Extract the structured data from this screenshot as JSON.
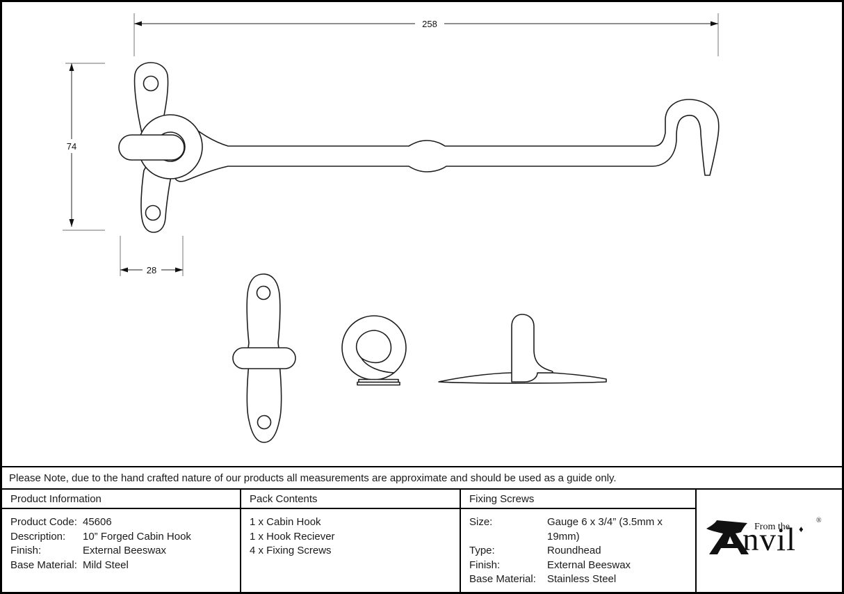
{
  "drawing": {
    "dimensions": {
      "length": "258",
      "height": "74",
      "width": "28"
    }
  },
  "note": {
    "text": "Please Note, due to the hand crafted nature of our products all measurements are approximate and should be used as a guide only."
  },
  "table": {
    "product_information": {
      "header": "Product Information",
      "rows": [
        {
          "label": "Product Code:",
          "value": "45606"
        },
        {
          "label": "Description:",
          "value": "10” Forged Cabin Hook"
        },
        {
          "label": "Finish:",
          "value": "External Beeswax"
        },
        {
          "label": "Base Material:",
          "value": "Mild Steel"
        }
      ]
    },
    "pack_contents": {
      "header": "Pack Contents",
      "items": [
        "1 x Cabin Hook",
        "1 x Hook Reciever",
        "4 x Fixing Screws"
      ]
    },
    "fixing_screws": {
      "header": "Fixing Screws",
      "rows": [
        {
          "label": "Size:",
          "value": "Gauge 6 x 3/4” (3.5mm x 19mm)"
        },
        {
          "label": "Type:",
          "value": "Roundhead"
        },
        {
          "label": "Finish:",
          "value": "External Beeswax"
        },
        {
          "label": "Base Material:",
          "value": "Stainless Steel"
        }
      ]
    }
  },
  "logo": {
    "prefix": "From the",
    "suffix": "nvil",
    "diamond": "♦",
    "registered": "®"
  },
  "colors": {
    "line": "#1d1d1d",
    "dimension": "#4a4a4a",
    "extension": "#8c8c8c",
    "background": "#ffffff",
    "border": "#000000"
  }
}
